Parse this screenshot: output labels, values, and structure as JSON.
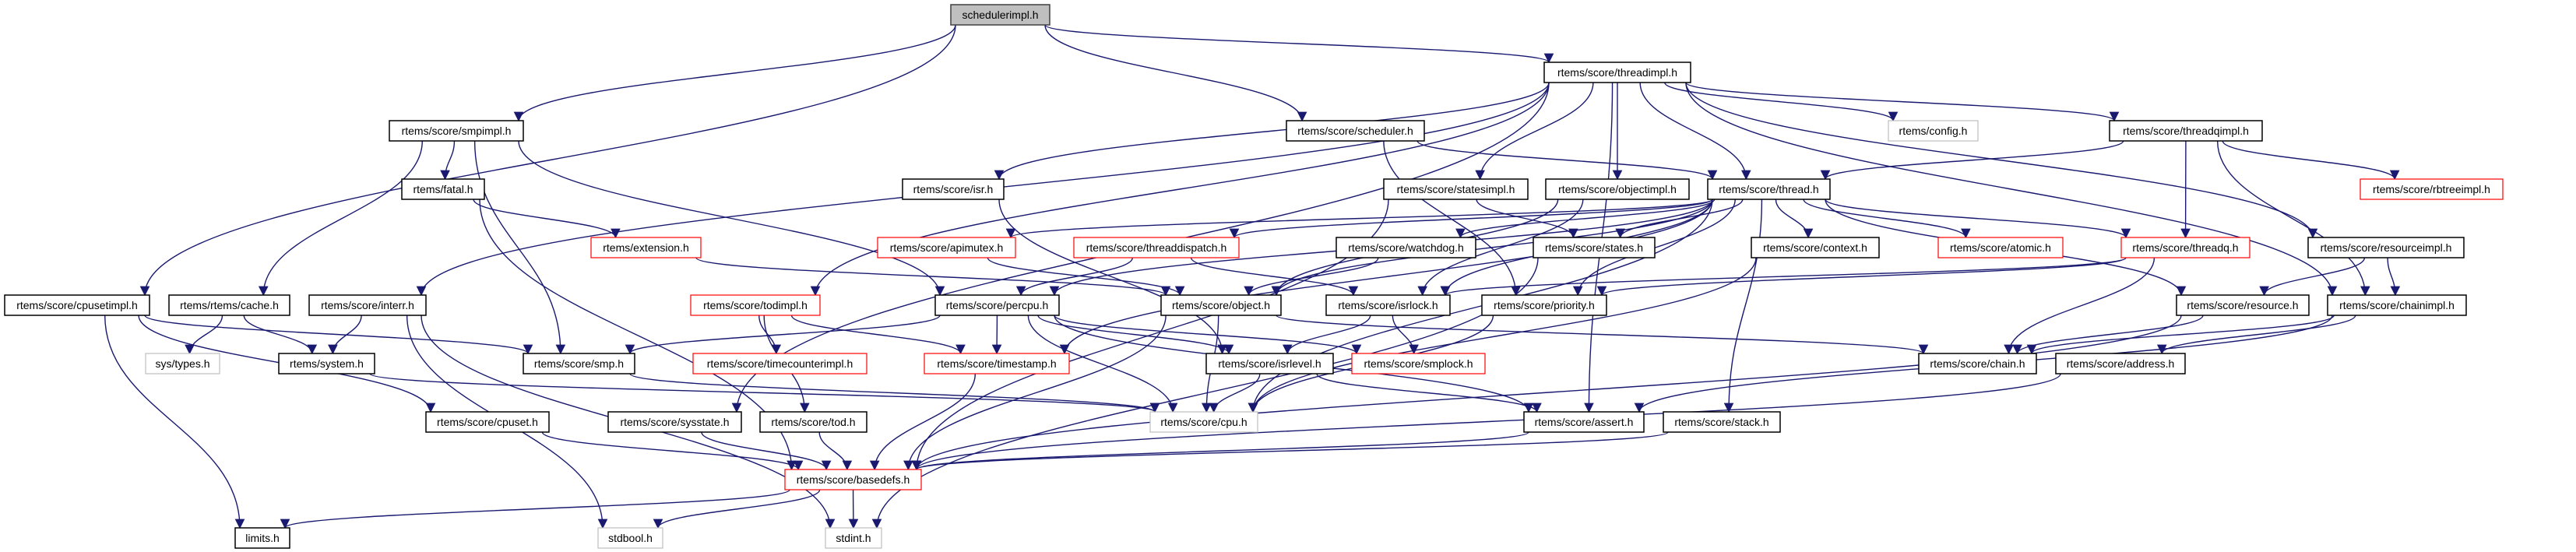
{
  "colors": {
    "edge": "#191970",
    "normal_border": "#000000",
    "red_border": "#ff0000",
    "gray_border": "#bfbfbf",
    "root_fill": "#bfbfbf"
  },
  "nodes": [
    {
      "id": "schedulerimpl",
      "label": "schedulerimpl.h",
      "style": "root"
    },
    {
      "id": "threadimpl",
      "label": "rtems/score/threadimpl.h",
      "style": "normal"
    },
    {
      "id": "smpimpl",
      "label": "rtems/score/smpimpl.h",
      "style": "normal"
    },
    {
      "id": "scheduler",
      "label": "rtems/score/scheduler.h",
      "style": "normal"
    },
    {
      "id": "config",
      "label": "rtems/config.h",
      "style": "gray"
    },
    {
      "id": "threadqimpl",
      "label": "rtems/score/threadqimpl.h",
      "style": "normal"
    },
    {
      "id": "fatal",
      "label": "rtems/fatal.h",
      "style": "normal"
    },
    {
      "id": "isr",
      "label": "rtems/score/isr.h",
      "style": "normal"
    },
    {
      "id": "statesimpl",
      "label": "rtems/score/statesimpl.h",
      "style": "normal"
    },
    {
      "id": "objectimpl",
      "label": "rtems/score/objectimpl.h",
      "style": "normal"
    },
    {
      "id": "thread",
      "label": "rtems/score/thread.h",
      "style": "normal"
    },
    {
      "id": "rbtreeimpl",
      "label": "rtems/score/rbtreeimpl.h",
      "style": "red"
    },
    {
      "id": "extension",
      "label": "rtems/extension.h",
      "style": "red"
    },
    {
      "id": "apimutex",
      "label": "rtems/score/apimutex.h",
      "style": "red"
    },
    {
      "id": "threaddispatch",
      "label": "rtems/score/threaddispatch.h",
      "style": "red"
    },
    {
      "id": "watchdog",
      "label": "rtems/score/watchdog.h",
      "style": "normal"
    },
    {
      "id": "states",
      "label": "rtems/score/states.h",
      "style": "normal"
    },
    {
      "id": "context",
      "label": "rtems/score/context.h",
      "style": "normal"
    },
    {
      "id": "atomic",
      "label": "rtems/score/atomic.h",
      "style": "red"
    },
    {
      "id": "threadq",
      "label": "rtems/score/threadq.h",
      "style": "red"
    },
    {
      "id": "resourceimpl",
      "label": "rtems/score/resourceimpl.h",
      "style": "normal"
    },
    {
      "id": "cpusetimpl",
      "label": "rtems/score/cpusetimpl.h",
      "style": "normal"
    },
    {
      "id": "cache",
      "label": "rtems/rtems/cache.h",
      "style": "normal"
    },
    {
      "id": "interr",
      "label": "rtems/score/interr.h",
      "style": "normal"
    },
    {
      "id": "todimpl",
      "label": "rtems/score/todimpl.h",
      "style": "red"
    },
    {
      "id": "percpu",
      "label": "rtems/score/percpu.h",
      "style": "normal"
    },
    {
      "id": "object",
      "label": "rtems/score/object.h",
      "style": "normal"
    },
    {
      "id": "isrlock",
      "label": "rtems/score/isrlock.h",
      "style": "normal"
    },
    {
      "id": "priority",
      "label": "rtems/score/priority.h",
      "style": "normal"
    },
    {
      "id": "resource",
      "label": "rtems/score/resource.h",
      "style": "normal"
    },
    {
      "id": "chainimpl",
      "label": "rtems/score/chainimpl.h",
      "style": "normal"
    },
    {
      "id": "systypes",
      "label": "sys/types.h",
      "style": "gray"
    },
    {
      "id": "system",
      "label": "rtems/system.h",
      "style": "normal"
    },
    {
      "id": "smp",
      "label": "rtems/score/smp.h",
      "style": "normal"
    },
    {
      "id": "timecounterimpl",
      "label": "rtems/score/timecounterimpl.h",
      "style": "red"
    },
    {
      "id": "timestamp",
      "label": "rtems/score/timestamp.h",
      "style": "red"
    },
    {
      "id": "isrlevel",
      "label": "rtems/score/isrlevel.h",
      "style": "normal"
    },
    {
      "id": "smplock",
      "label": "rtems/score/smplock.h",
      "style": "red"
    },
    {
      "id": "chain",
      "label": "rtems/score/chain.h",
      "style": "normal"
    },
    {
      "id": "address",
      "label": "rtems/score/address.h",
      "style": "normal"
    },
    {
      "id": "cpuset",
      "label": "rtems/score/cpuset.h",
      "style": "normal"
    },
    {
      "id": "sysstate",
      "label": "rtems/score/sysstate.h",
      "style": "normal"
    },
    {
      "id": "tod",
      "label": "rtems/score/tod.h",
      "style": "normal"
    },
    {
      "id": "cpu",
      "label": "rtems/score/cpu.h",
      "style": "gray"
    },
    {
      "id": "assert",
      "label": "rtems/score/assert.h",
      "style": "normal"
    },
    {
      "id": "stack",
      "label": "rtems/score/stack.h",
      "style": "normal"
    },
    {
      "id": "basedefs",
      "label": "rtems/score/basedefs.h",
      "style": "red"
    },
    {
      "id": "limits",
      "label": "limits.h",
      "style": "normal"
    },
    {
      "id": "stdbool",
      "label": "stdbool.h",
      "style": "gray"
    },
    {
      "id": "stdint",
      "label": "stdint.h",
      "style": "gray"
    }
  ],
  "edges": [
    [
      "schedulerimpl",
      "cpusetimpl"
    ],
    [
      "schedulerimpl",
      "smpimpl"
    ],
    [
      "schedulerimpl",
      "scheduler"
    ],
    [
      "schedulerimpl",
      "threadimpl"
    ],
    [
      "threadimpl",
      "interr"
    ],
    [
      "threadimpl",
      "todimpl"
    ],
    [
      "threadimpl",
      "sysstate"
    ],
    [
      "threadimpl",
      "isr"
    ],
    [
      "threadimpl",
      "statesimpl"
    ],
    [
      "threadimpl",
      "objectimpl"
    ],
    [
      "threadimpl",
      "thread"
    ],
    [
      "threadimpl",
      "config"
    ],
    [
      "threadimpl",
      "threadqimpl"
    ],
    [
      "threadimpl",
      "resourceimpl"
    ],
    [
      "threadimpl",
      "chainimpl"
    ],
    [
      "threadimpl",
      "assert"
    ],
    [
      "smpimpl",
      "fatal"
    ],
    [
      "smpimpl",
      "cache"
    ],
    [
      "smpimpl",
      "smp"
    ],
    [
      "smpimpl",
      "percpu"
    ],
    [
      "fatal",
      "extension"
    ],
    [
      "fatal",
      "basedefs"
    ],
    [
      "extension",
      "object"
    ],
    [
      "cpusetimpl",
      "smp"
    ],
    [
      "cpusetimpl",
      "cpuset"
    ],
    [
      "cpusetimpl",
      "limits"
    ],
    [
      "cache",
      "systypes"
    ],
    [
      "cache",
      "system"
    ],
    [
      "interr",
      "system"
    ],
    [
      "interr",
      "stdbool"
    ],
    [
      "interr",
      "stdint"
    ],
    [
      "todimpl",
      "timestamp"
    ],
    [
      "todimpl",
      "timecounterimpl"
    ],
    [
      "todimpl",
      "tod"
    ],
    [
      "system",
      "cpu"
    ],
    [
      "smp",
      "cpu"
    ],
    [
      "cpuset",
      "basedefs"
    ],
    [
      "sysstate",
      "basedefs"
    ],
    [
      "tod",
      "basedefs"
    ],
    [
      "basedefs",
      "limits"
    ],
    [
      "basedefs",
      "stdbool"
    ],
    [
      "basedefs",
      "stdint"
    ],
    [
      "scheduler",
      "thread"
    ],
    [
      "scheduler",
      "priority"
    ],
    [
      "isr",
      "isrlevel"
    ],
    [
      "statesimpl",
      "states"
    ],
    [
      "statesimpl",
      "basedefs"
    ],
    [
      "objectimpl",
      "object"
    ],
    [
      "objectimpl",
      "isrlock"
    ],
    [
      "thread",
      "apimutex"
    ],
    [
      "thread",
      "threaddispatch"
    ],
    [
      "thread",
      "watchdog"
    ],
    [
      "thread",
      "states"
    ],
    [
      "thread",
      "context"
    ],
    [
      "thread",
      "atomic"
    ],
    [
      "thread",
      "threadq"
    ],
    [
      "thread",
      "object"
    ],
    [
      "thread",
      "isrlock"
    ],
    [
      "thread",
      "priority"
    ],
    [
      "thread",
      "timestamp"
    ],
    [
      "thread",
      "cpu"
    ],
    [
      "thread",
      "stack"
    ],
    [
      "thread",
      "resource"
    ],
    [
      "thread",
      "percpu"
    ],
    [
      "threaddispatch",
      "percpu"
    ],
    [
      "threaddispatch",
      "isrlock"
    ],
    [
      "apimutex",
      "object"
    ],
    [
      "watchdog",
      "object"
    ],
    [
      "states",
      "stdint"
    ],
    [
      "context",
      "cpu"
    ],
    [
      "threadq",
      "chain"
    ],
    [
      "threadq",
      "isrlock"
    ],
    [
      "threadq",
      "priority"
    ],
    [
      "resourceimpl",
      "resource"
    ],
    [
      "resourceimpl",
      "chainimpl"
    ],
    [
      "threadqimpl",
      "thread"
    ],
    [
      "threadqimpl",
      "threadq"
    ],
    [
      "threadqimpl",
      "rbtreeimpl"
    ],
    [
      "threadqimpl",
      "chainimpl"
    ],
    [
      "percpu",
      "smp"
    ],
    [
      "percpu",
      "timestamp"
    ],
    [
      "percpu",
      "cpu"
    ],
    [
      "percpu",
      "isrlevel"
    ],
    [
      "percpu",
      "smplock"
    ],
    [
      "percpu",
      "assert"
    ],
    [
      "object",
      "cpu"
    ],
    [
      "object",
      "chain"
    ],
    [
      "object",
      "basedefs"
    ],
    [
      "isrlock",
      "isrlevel"
    ],
    [
      "isrlock",
      "smplock"
    ],
    [
      "priority",
      "cpu"
    ],
    [
      "resource",
      "chain"
    ],
    [
      "resource",
      "basedefs"
    ],
    [
      "chainimpl",
      "chain"
    ],
    [
      "chainimpl",
      "address"
    ],
    [
      "chainimpl",
      "assert"
    ],
    [
      "timestamp",
      "basedefs"
    ],
    [
      "isrlevel",
      "cpu"
    ],
    [
      "isrlevel",
      "assert"
    ],
    [
      "address",
      "basedefs"
    ],
    [
      "assert",
      "basedefs"
    ],
    [
      "stack",
      "basedefs"
    ]
  ]
}
